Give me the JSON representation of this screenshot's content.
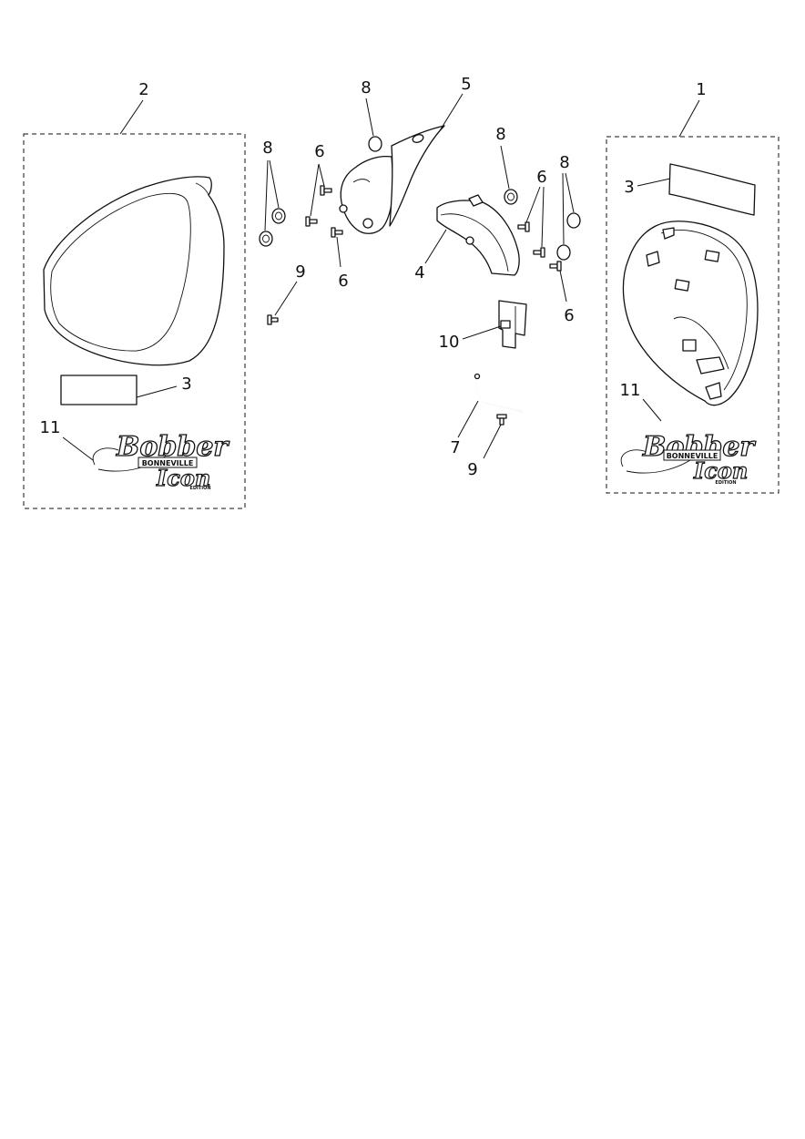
{
  "callouts": {
    "c1": "1",
    "c2": "2",
    "c3_left": "3",
    "c3_right": "3",
    "c4": "4",
    "c5": "5",
    "c6_a": "6",
    "c6_b": "6",
    "c6_c": "6",
    "c6_d": "6",
    "c7": "7",
    "c8_a": "8",
    "c8_b": "8",
    "c8_c": "8",
    "c8_d": "8",
    "c9_a": "9",
    "c9_b": "9",
    "c10": "10",
    "c11_left": "11",
    "c11_right": "11"
  },
  "decal": {
    "script_word": "Bobber",
    "banner_word": "BONNEVILLE",
    "edition_word": "Icon",
    "edition_sub": "EDITION"
  }
}
